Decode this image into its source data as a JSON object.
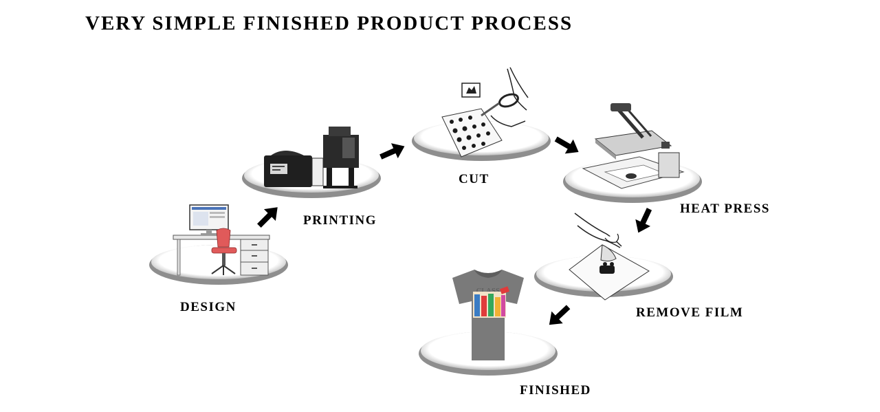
{
  "title": "VERY SIMPLE FINISHED PRODUCT PROCESS",
  "steps": [
    {
      "label": "DESIGN",
      "icon": "desk-computer-icon"
    },
    {
      "label": "PRINTING",
      "icon": "printer-icon"
    },
    {
      "label": "CUT",
      "icon": "scissors-cut-icon"
    },
    {
      "label": "HEAT PRESS",
      "icon": "heat-press-icon"
    },
    {
      "label": "REMOVE FILM",
      "icon": "peel-film-icon"
    },
    {
      "label": "FINISHED",
      "icon": "tshirt-icon"
    }
  ],
  "colors": {
    "platform_fill": "#ffffff",
    "platform_shadow": "#9a9a9a",
    "chair": "#e05a5a",
    "shirt": "#7a7a7a",
    "arrow": "#000000"
  }
}
